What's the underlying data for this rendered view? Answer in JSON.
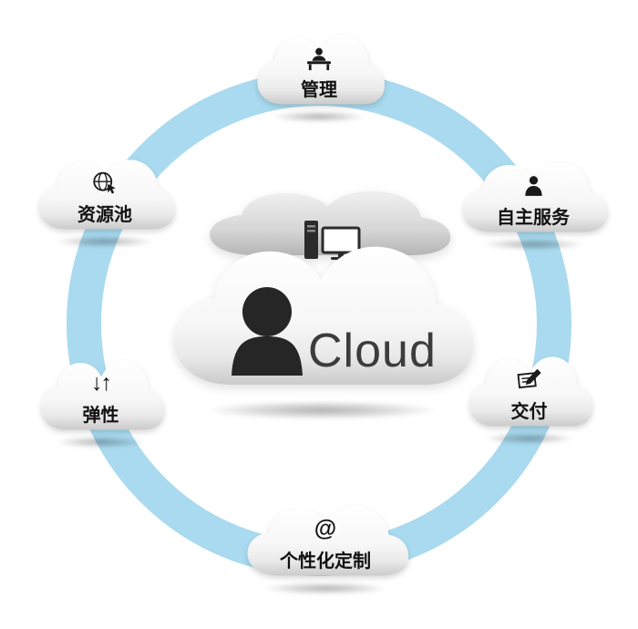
{
  "page": {
    "background": "#ffffff"
  },
  "ring": {
    "color": "#a9daef"
  },
  "center": {
    "label": "Cloud",
    "person_icon": "person-silhouette-icon",
    "computer_icon": "computer-tower-monitor-icon",
    "text_color": "#3c3c3c"
  },
  "nodes": [
    {
      "label": "管理",
      "icon": "admin-desk-icon",
      "position": "top"
    },
    {
      "label": "资源池",
      "icon": "globe-cursor-icon",
      "position": "upper-left"
    },
    {
      "label": "自主服务",
      "icon": "person-icon",
      "position": "upper-right"
    },
    {
      "label": "弹性",
      "icon": "down-up-arrows-icon",
      "glyph": "↓↑",
      "position": "lower-left"
    },
    {
      "label": "交付",
      "icon": "pencil-note-icon",
      "position": "lower-right"
    },
    {
      "label": "个性化定制",
      "icon": "at-sign-icon",
      "glyph": "@",
      "position": "bottom"
    }
  ]
}
